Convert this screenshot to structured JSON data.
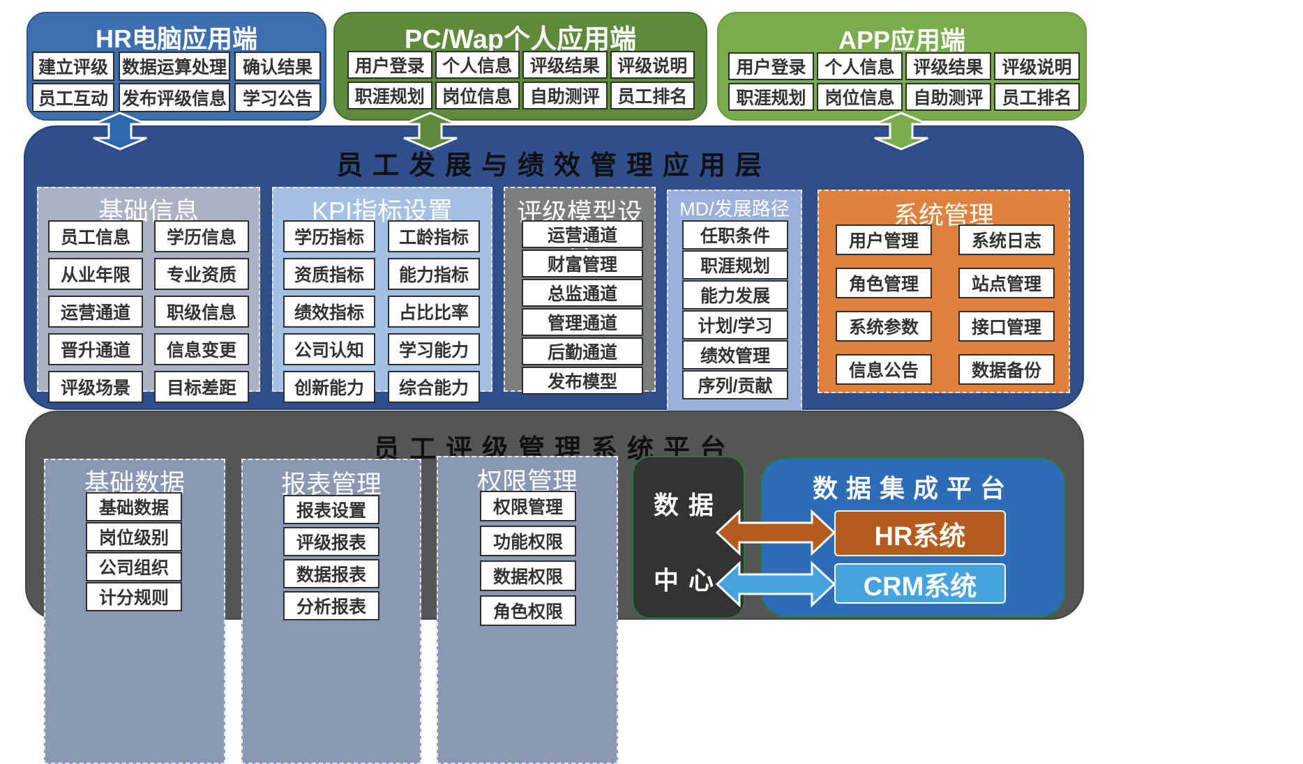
{
  "top": {
    "hr_pc": {
      "title": "HR电脑应用端",
      "items": [
        "建立评级",
        "数据运算处理",
        "确认结果",
        "员工互动",
        "发布评级信息",
        "学习公告"
      ]
    },
    "pc_wap": {
      "title": "PC/Wap个人应用端",
      "items": [
        "用户登录",
        "个人信息",
        "评级结果",
        "评级说明",
        "职涯规划",
        "岗位信息",
        "自助测评",
        "员工排名"
      ]
    },
    "app": {
      "title": "APP应用端",
      "items": [
        "用户登录",
        "个人信息",
        "评级结果",
        "评级说明",
        "职涯规划",
        "岗位信息",
        "自助测评",
        "员工排名"
      ]
    }
  },
  "app_layer": {
    "title": "员工发展与绩效管理应用层",
    "basic_info": {
      "title": "基础信息",
      "items": [
        "员工信息",
        "学历信息",
        "从业年限",
        "专业资质",
        "运营通道",
        "职级信息",
        "晋升通道",
        "信息变更",
        "评级场景",
        "目标差距"
      ]
    },
    "kpi": {
      "title": "KPI指标设置",
      "items": [
        "学历指标",
        "工龄指标",
        "资质指标",
        "能力指标",
        "绩效指标",
        "占比比率",
        "公司认知",
        "学习能力",
        "创新能力",
        "综合能力"
      ]
    },
    "rating_model": {
      "title": "评级模型设置",
      "items": [
        "运营通道",
        "财富管理",
        "总监通道",
        "管理通道",
        "后勤通道",
        "发布模型"
      ]
    },
    "md_path": {
      "title": "MD/发展路径",
      "items": [
        "任职条件",
        "职涯规划",
        "能力发展",
        "计划/学习",
        "绩效管理",
        "序列/贡献"
      ]
    },
    "system_mgmt": {
      "title": "系统管理",
      "items": [
        "用户管理",
        "系统日志",
        "角色管理",
        "站点管理",
        "系统参数",
        "接口管理",
        "信息公告",
        "数据备份"
      ]
    }
  },
  "platform": {
    "title": "员工评级管理系统平台",
    "basic_data": {
      "title": "基础数据",
      "items": [
        "基础数据",
        "岗位级别",
        "公司组织",
        "计分规则"
      ]
    },
    "reports": {
      "title": "报表管理",
      "items": [
        "报表设置",
        "评级报表",
        "数据报表",
        "分析报表"
      ]
    },
    "permissions": {
      "title": "权限管理",
      "items": [
        "权限管理",
        "功能权限",
        "数据权限",
        "角色权限"
      ]
    },
    "data_center": {
      "line1": "数据",
      "line2": "中心"
    },
    "integration": {
      "title": "数据集成平台",
      "hr_system": "HR系统",
      "crm_system": "CRM系统"
    }
  },
  "colors": {
    "blue_panel": "#3e6fb0",
    "dark_green_panel": "#5e8a3c",
    "light_green_panel": "#7aab4c",
    "app_layer_bg": "#2f4e8c",
    "platform_bg": "#555555",
    "basic_info_bg": "#aab2c4",
    "kpi_bg": "#a4c0e2",
    "rating_model_bg": "#7d7d7d",
    "md_path_bg": "#9cb0dc",
    "system_mgmt_bg": "#e0813d",
    "lower_section_bg": "#8a98b4",
    "data_center_bg": "#333333",
    "integration_bg": "#2d6db8",
    "hr_system_bg": "#b65a1e",
    "crm_system_bg": "#45a3e0"
  }
}
